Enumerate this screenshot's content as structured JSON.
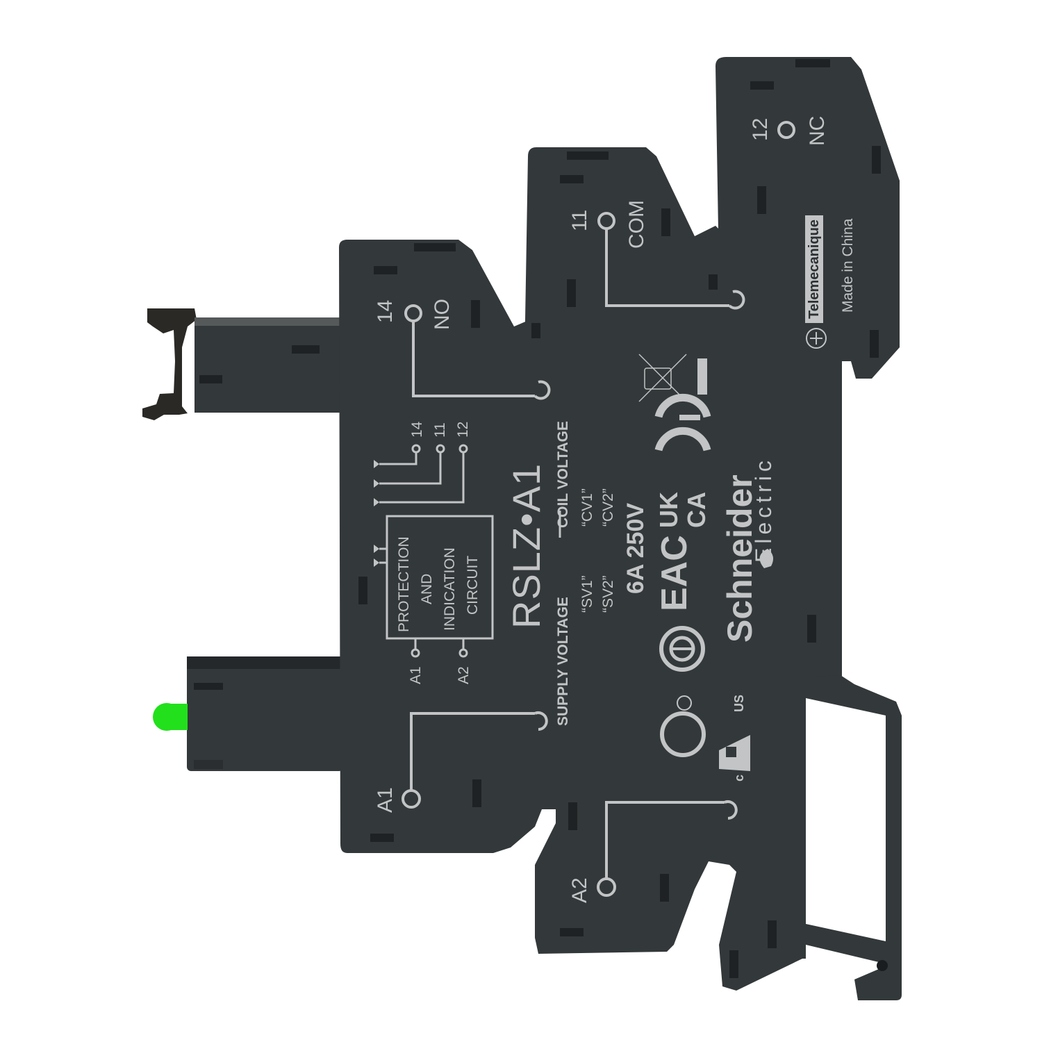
{
  "product": {
    "model": "RSLZ•A1",
    "brand": "Schneider",
    "brand_sub": "Electric",
    "sub_brand": "Telemecanique",
    "origin": "Made in China",
    "rating": "6A  250V",
    "colors": {
      "body": "#33383a",
      "body_edge": "#555a5c",
      "print": "#c2c4c5",
      "led": "#22e01c",
      "background": "#ffffff"
    }
  },
  "terminals": {
    "no": {
      "number": "14",
      "name": "NO"
    },
    "com": {
      "number": "11",
      "name": "COM"
    },
    "nc": {
      "number": "12",
      "name": "NC"
    },
    "a1": {
      "name": "A1"
    },
    "a2": {
      "name": "A2"
    }
  },
  "schematic": {
    "box_lines": [
      "PROTECTION",
      "AND",
      "INDICATION",
      "CIRCUIT"
    ],
    "contacts": [
      "14",
      "11",
      "12"
    ],
    "coil": [
      "A1",
      "A2"
    ]
  },
  "voltage_table": {
    "supply_header": "SUPPLY VOLTAGE",
    "coil_header": "COIL VOLTAGE",
    "supply_values": [
      "“SV1”",
      "“SV2”"
    ],
    "coil_values": [
      "“CV1”",
      "“CV2”"
    ]
  },
  "certifications": {
    "eac": "EAC",
    "ukca_top": "UK",
    "ukca_bottom": "CA",
    "ce": "CE",
    "csa": "SP",
    "ul_c": "c",
    "ul_us": "US",
    "weee": "weee-bin"
  }
}
